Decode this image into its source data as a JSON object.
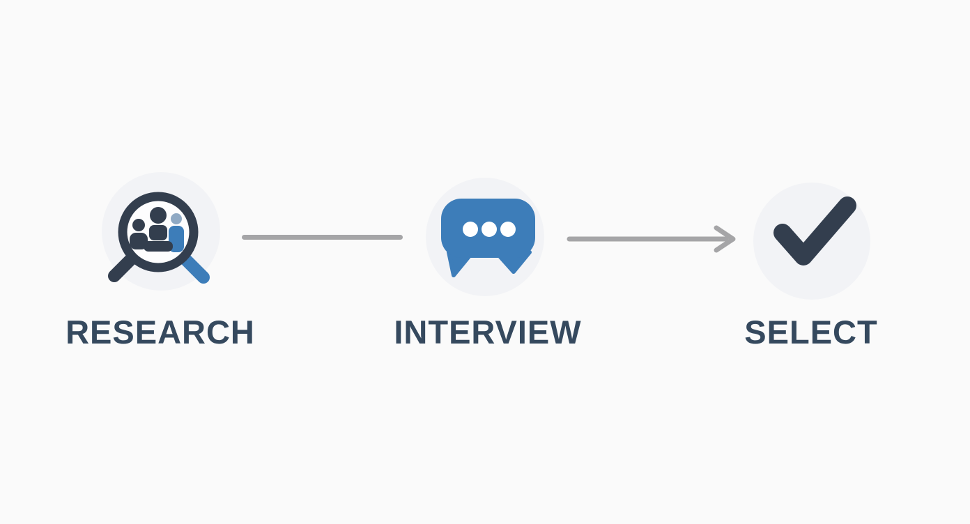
{
  "diagram": {
    "steps": [
      {
        "label": "RESEARCH",
        "icon": "people-search-magnifier-icon"
      },
      {
        "label": "INTERVIEW",
        "icon": "chat-bubble-ellipsis-icon"
      },
      {
        "label": "SELECT",
        "icon": "checkmark-icon"
      }
    ],
    "connectors": [
      {
        "type": "plain-line"
      },
      {
        "type": "arrow-line"
      }
    ]
  },
  "colors": {
    "background": "#fafafa",
    "halo": "#f2f3f6",
    "navy": "#333e4e",
    "blue": "#3d7db9",
    "light_blue": "#8fa9c4",
    "label": "#35495e",
    "gray": "#a5a5a7",
    "white": "#ffffff"
  }
}
